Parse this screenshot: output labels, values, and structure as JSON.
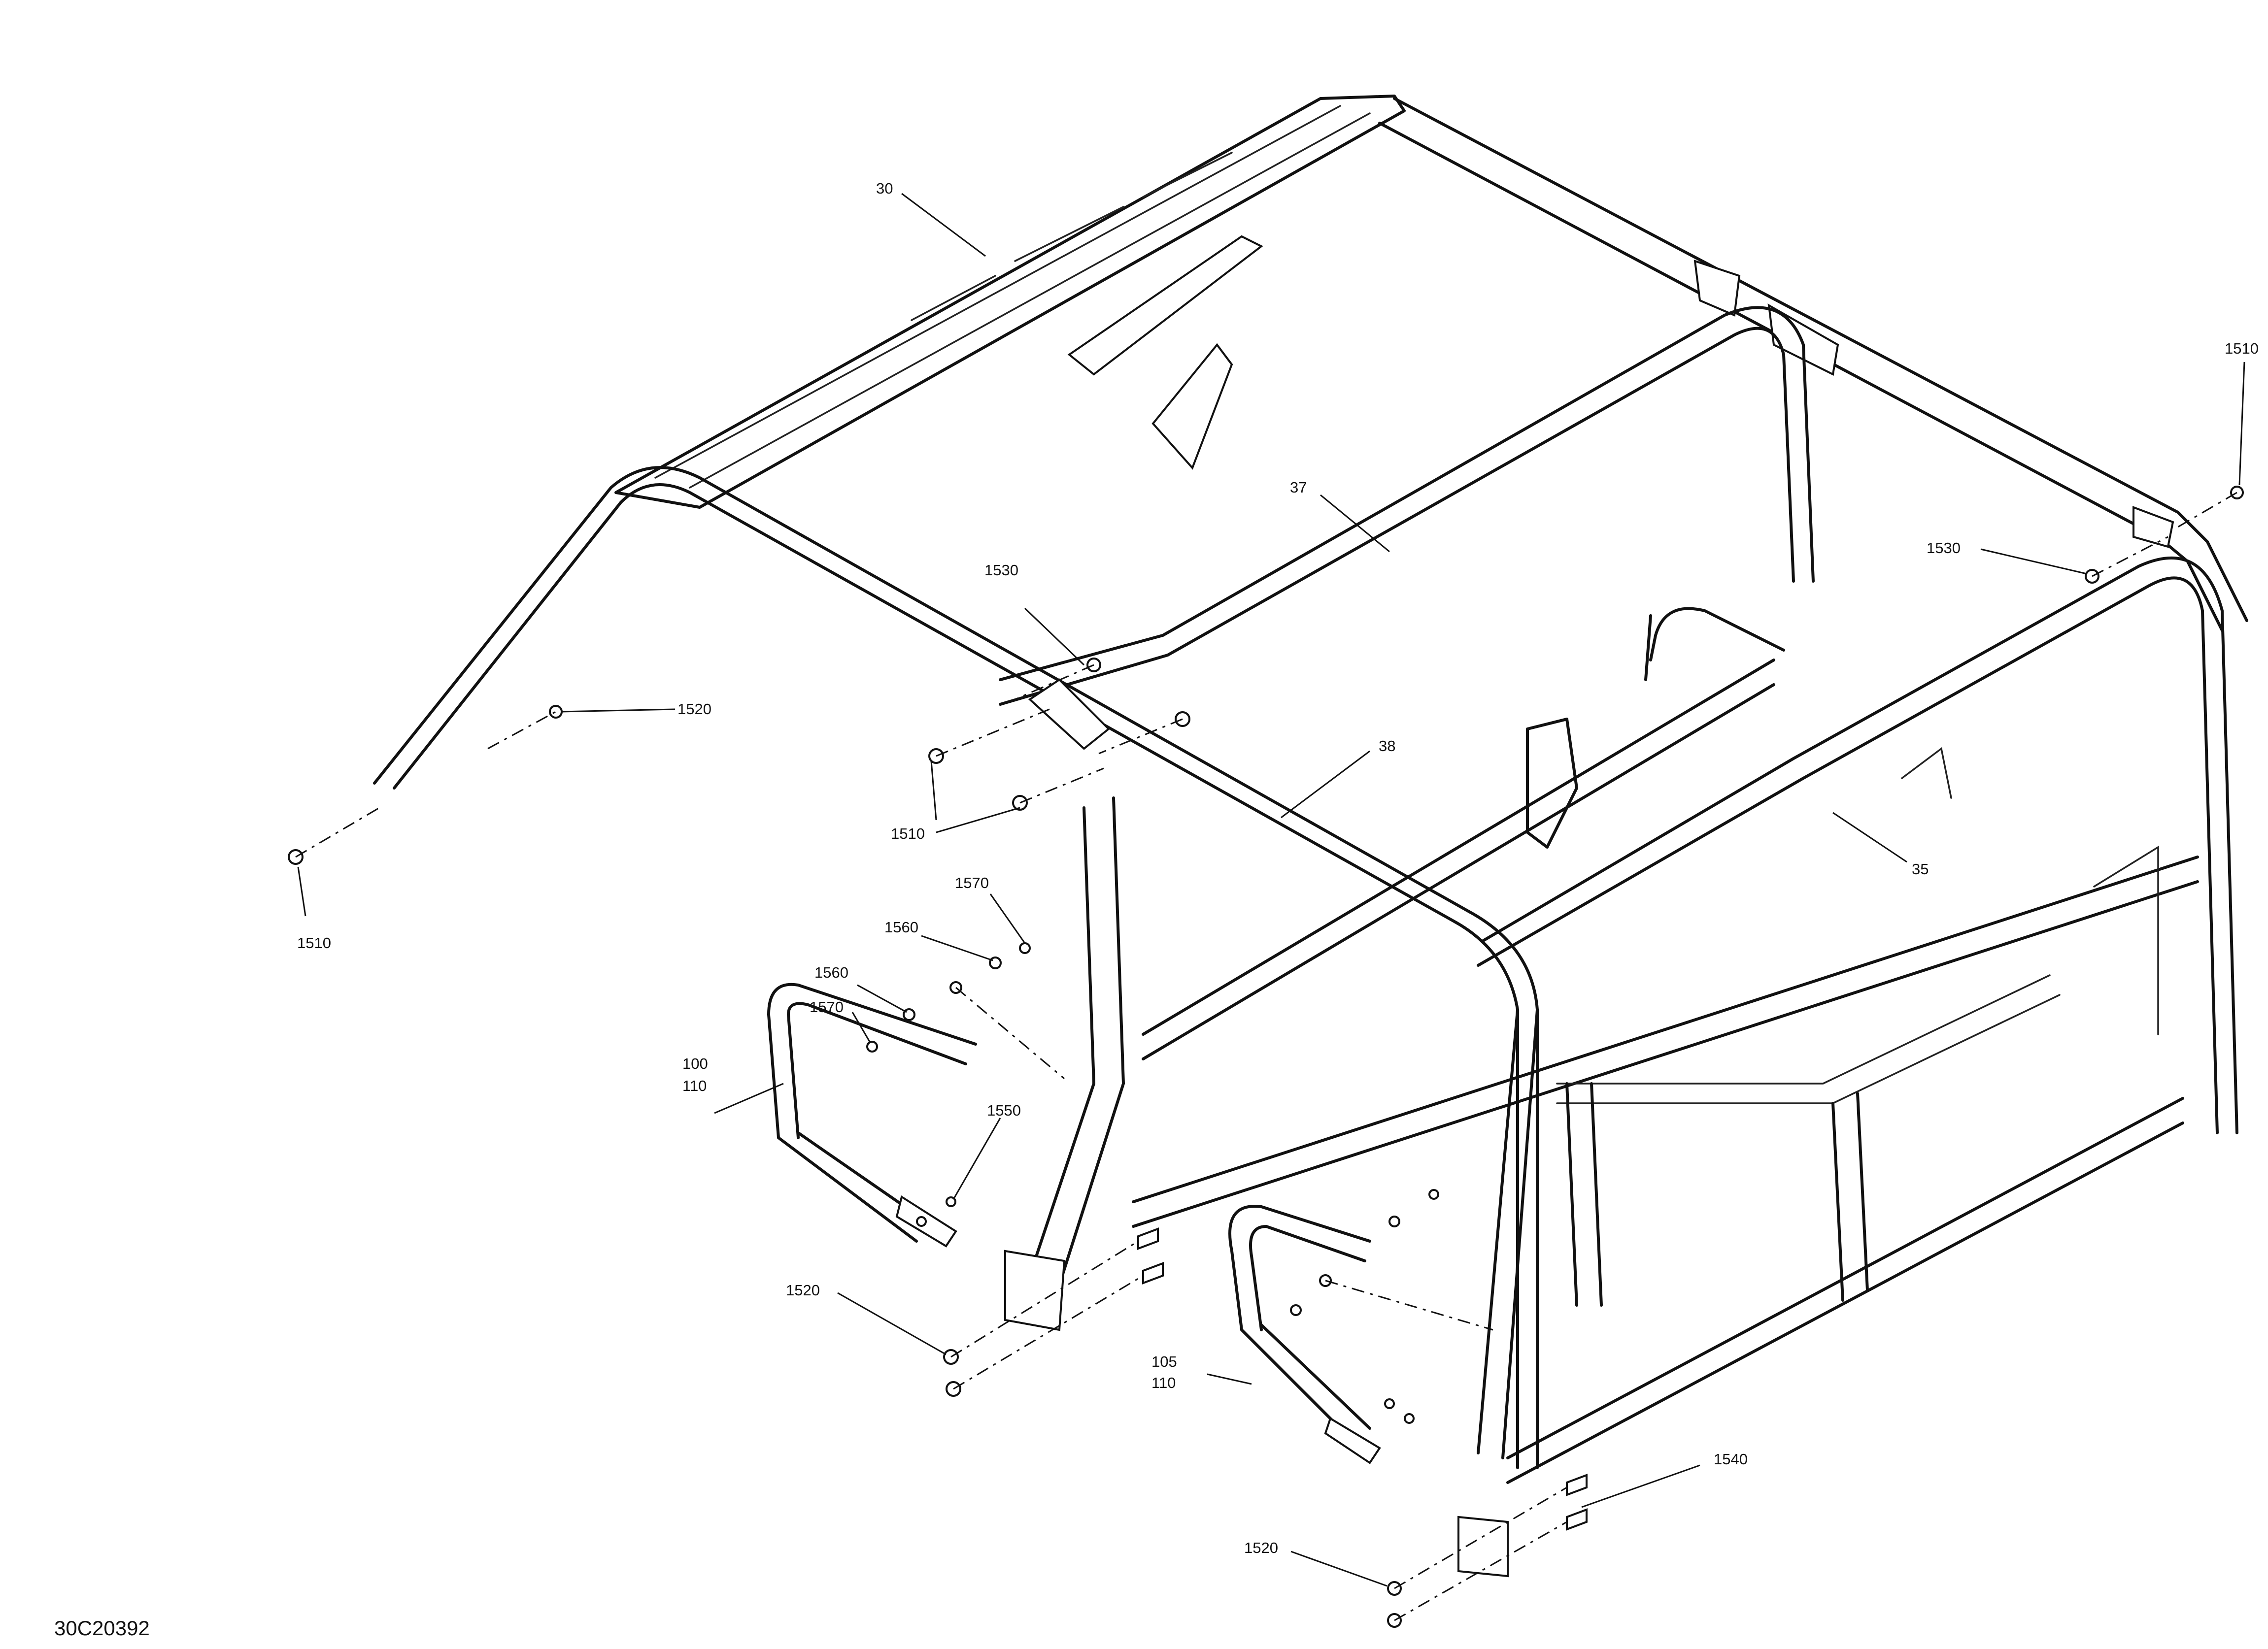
{
  "diagram_id": "30C20392",
  "callouts": {
    "c30": "30",
    "c37": "37",
    "c38": "38",
    "c35": "35",
    "c1510_left": "1510",
    "c1510_front": "1510",
    "c1510_right": "1510",
    "c1520_top": "1520",
    "c1520_mid": "1520",
    "c1520_bottom": "1520",
    "c1530_front": "1530",
    "c1530_right": "1530",
    "c1570_a": "1570",
    "c1560_a": "1560",
    "c1560_b": "1560",
    "c1570_b": "1570",
    "c1550": "1550",
    "c1540": "1540",
    "c100": "100",
    "c110_a": "110",
    "c105": "105",
    "c110_b": "110"
  }
}
